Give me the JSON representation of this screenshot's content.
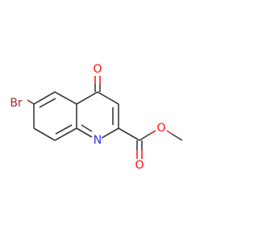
{
  "molecule": {
    "atoms": {
      "bromine": "Br",
      "nitrogen": "N",
      "oxygen_ketone": "O",
      "oxygen_carbonyl": "O",
      "oxygen_ester": "O"
    },
    "colors": {
      "bond": "#3a3a3a",
      "oxygen": "#ff0d0d",
      "nitrogen": "#2f2fff",
      "bromine": "#a62929",
      "background": "#ffffff"
    }
  }
}
